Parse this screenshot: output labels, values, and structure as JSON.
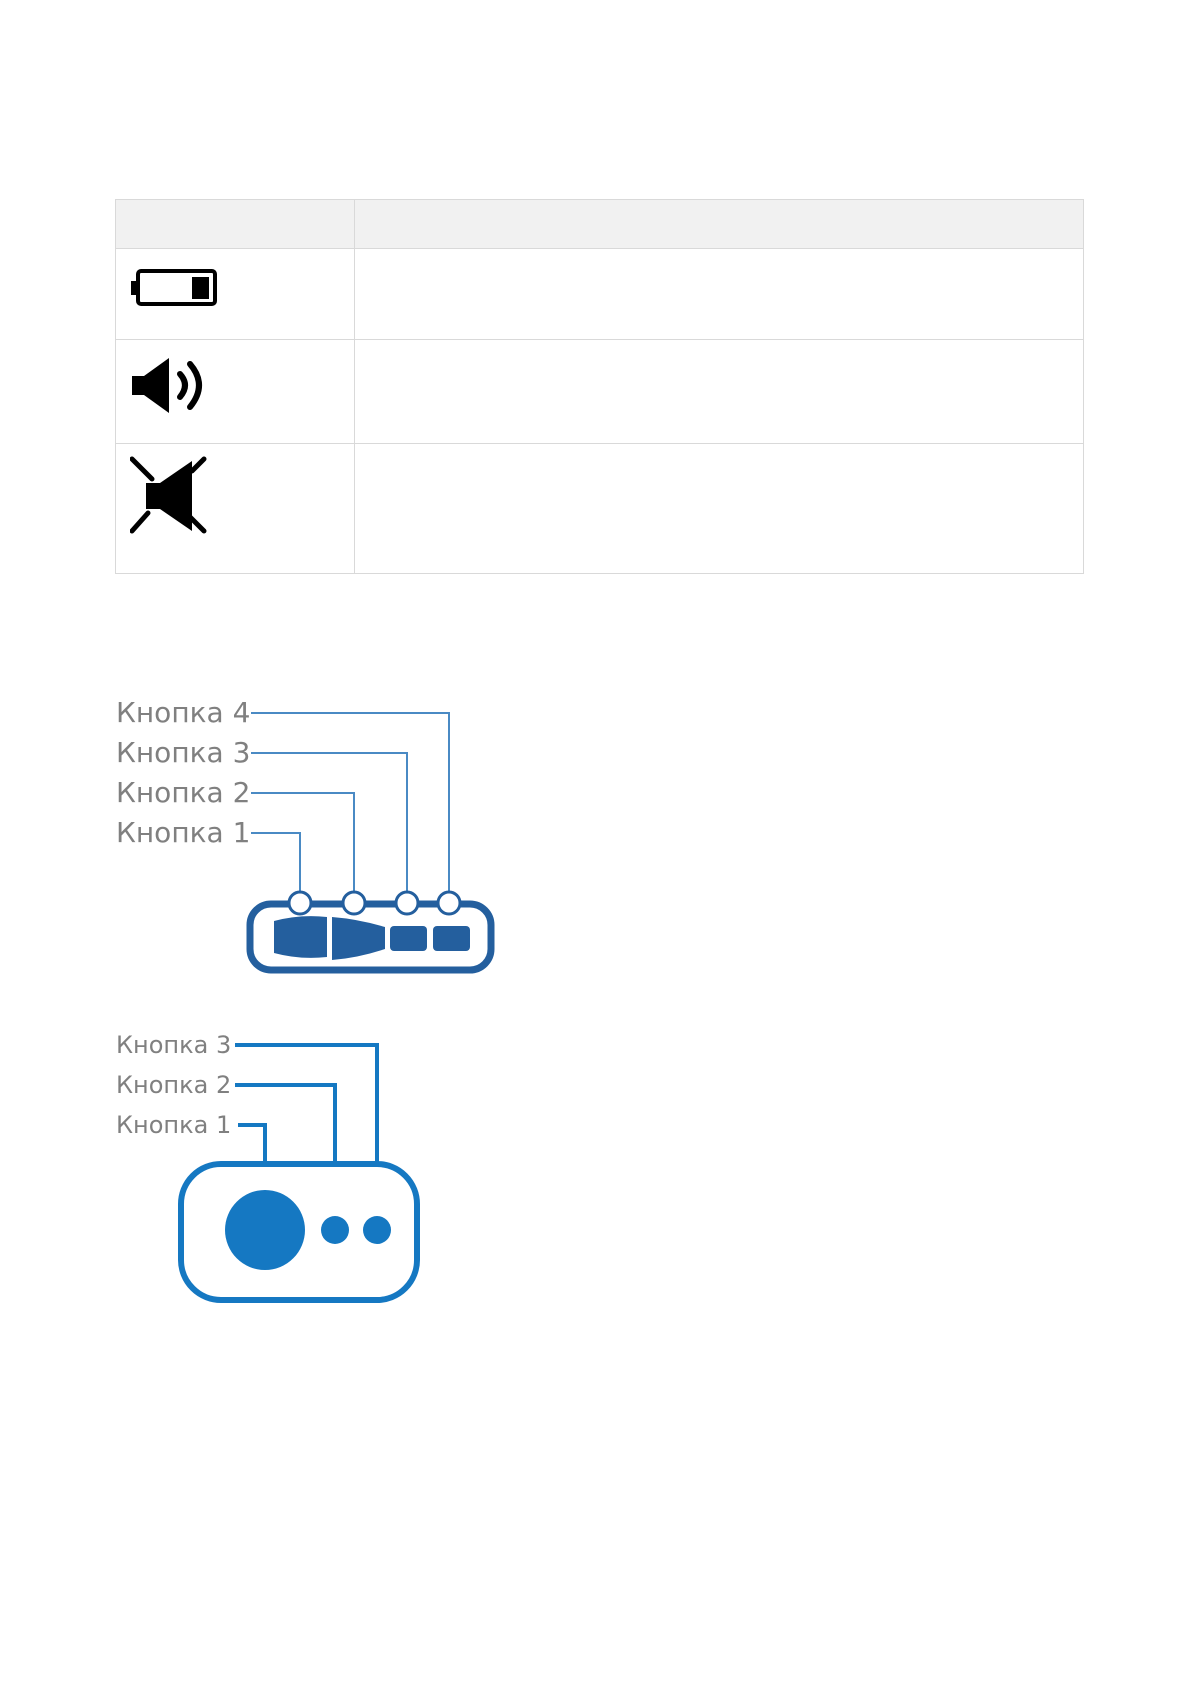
{
  "colors": {
    "remote4_blue": "#245f9e",
    "remote4_line": "#4a8ac4",
    "remote3_blue": "#1578c2",
    "label_gray": "#808080",
    "table_border": "#d9d9d9",
    "table_header": "#f1f1f1"
  },
  "icon_table": {
    "rows": [
      {
        "icon": "battery-low-icon"
      },
      {
        "icon": "speaker-sound-on-icon"
      },
      {
        "icon": "speaker-muted-icon"
      }
    ]
  },
  "remote_four_buttons": {
    "labels": [
      "Кнопка 4",
      "Кнопка 3",
      "Кнопка 2",
      "Кнопка 1"
    ]
  },
  "remote_three_buttons": {
    "labels": [
      "Кнопка 3",
      "Кнопка 2",
      "Кнопка 1"
    ]
  }
}
